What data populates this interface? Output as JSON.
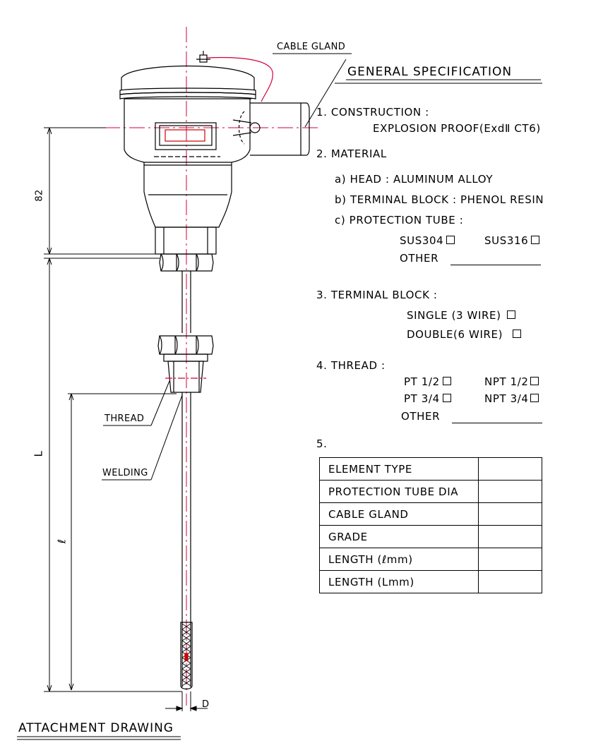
{
  "labels": {
    "cable_gland": "CABLE GLAND",
    "thread": "THREAD",
    "welding": "WELDING",
    "attachment_drawing": "ATTACHMENT DRAWING",
    "dim_82": "82",
    "dim_L": "L",
    "dim_l": "ℓ",
    "dim_D": "D"
  },
  "spec": {
    "title": "GENERAL SPECIFICATION",
    "construction": {
      "heading": "1. CONSTRUCTION :",
      "value": "EXPLOSION PROOF(ExdⅡ CT6)"
    },
    "material": {
      "heading": "2. MATERIAL",
      "head": "a) HEAD : ALUMINUM ALLOY",
      "terminal_block": "b) TERMINAL BLOCK : PHENOL RESIN",
      "protection_tube": "c) PROTECTION TUBE :",
      "opt_sus304": "SUS304",
      "opt_sus316": "SUS316",
      "other": "OTHER"
    },
    "terminal_block": {
      "heading": "3. TERMINAL BLOCK :",
      "single": "SINGLE (3 WIRE)",
      "double": "DOUBLE(6 WIRE)"
    },
    "thread": {
      "heading": "4. THREAD :",
      "pt_half": "PT 1/2",
      "npt_half": "NPT 1/2",
      "pt_three_quarter": "PT 3/4",
      "npt_three_quarter": "NPT 3/4",
      "other": "OTHER"
    },
    "table": {
      "heading": "5.",
      "rows": [
        {
          "label": "ELEMENT TYPE",
          "value": ""
        },
        {
          "label": "PROTECTION TUBE DIA",
          "value": ""
        },
        {
          "label": "CABLE GLAND",
          "value": ""
        },
        {
          "label": "GRADE",
          "value": ""
        },
        {
          "label": "LENGTH (ℓmm)",
          "value": ""
        },
        {
          "label": "LENGTH (Lmm)",
          "value": ""
        }
      ]
    }
  },
  "colors": {
    "line": "#000000",
    "centerline": "#d4003c",
    "accent_red": "#cc0000"
  }
}
